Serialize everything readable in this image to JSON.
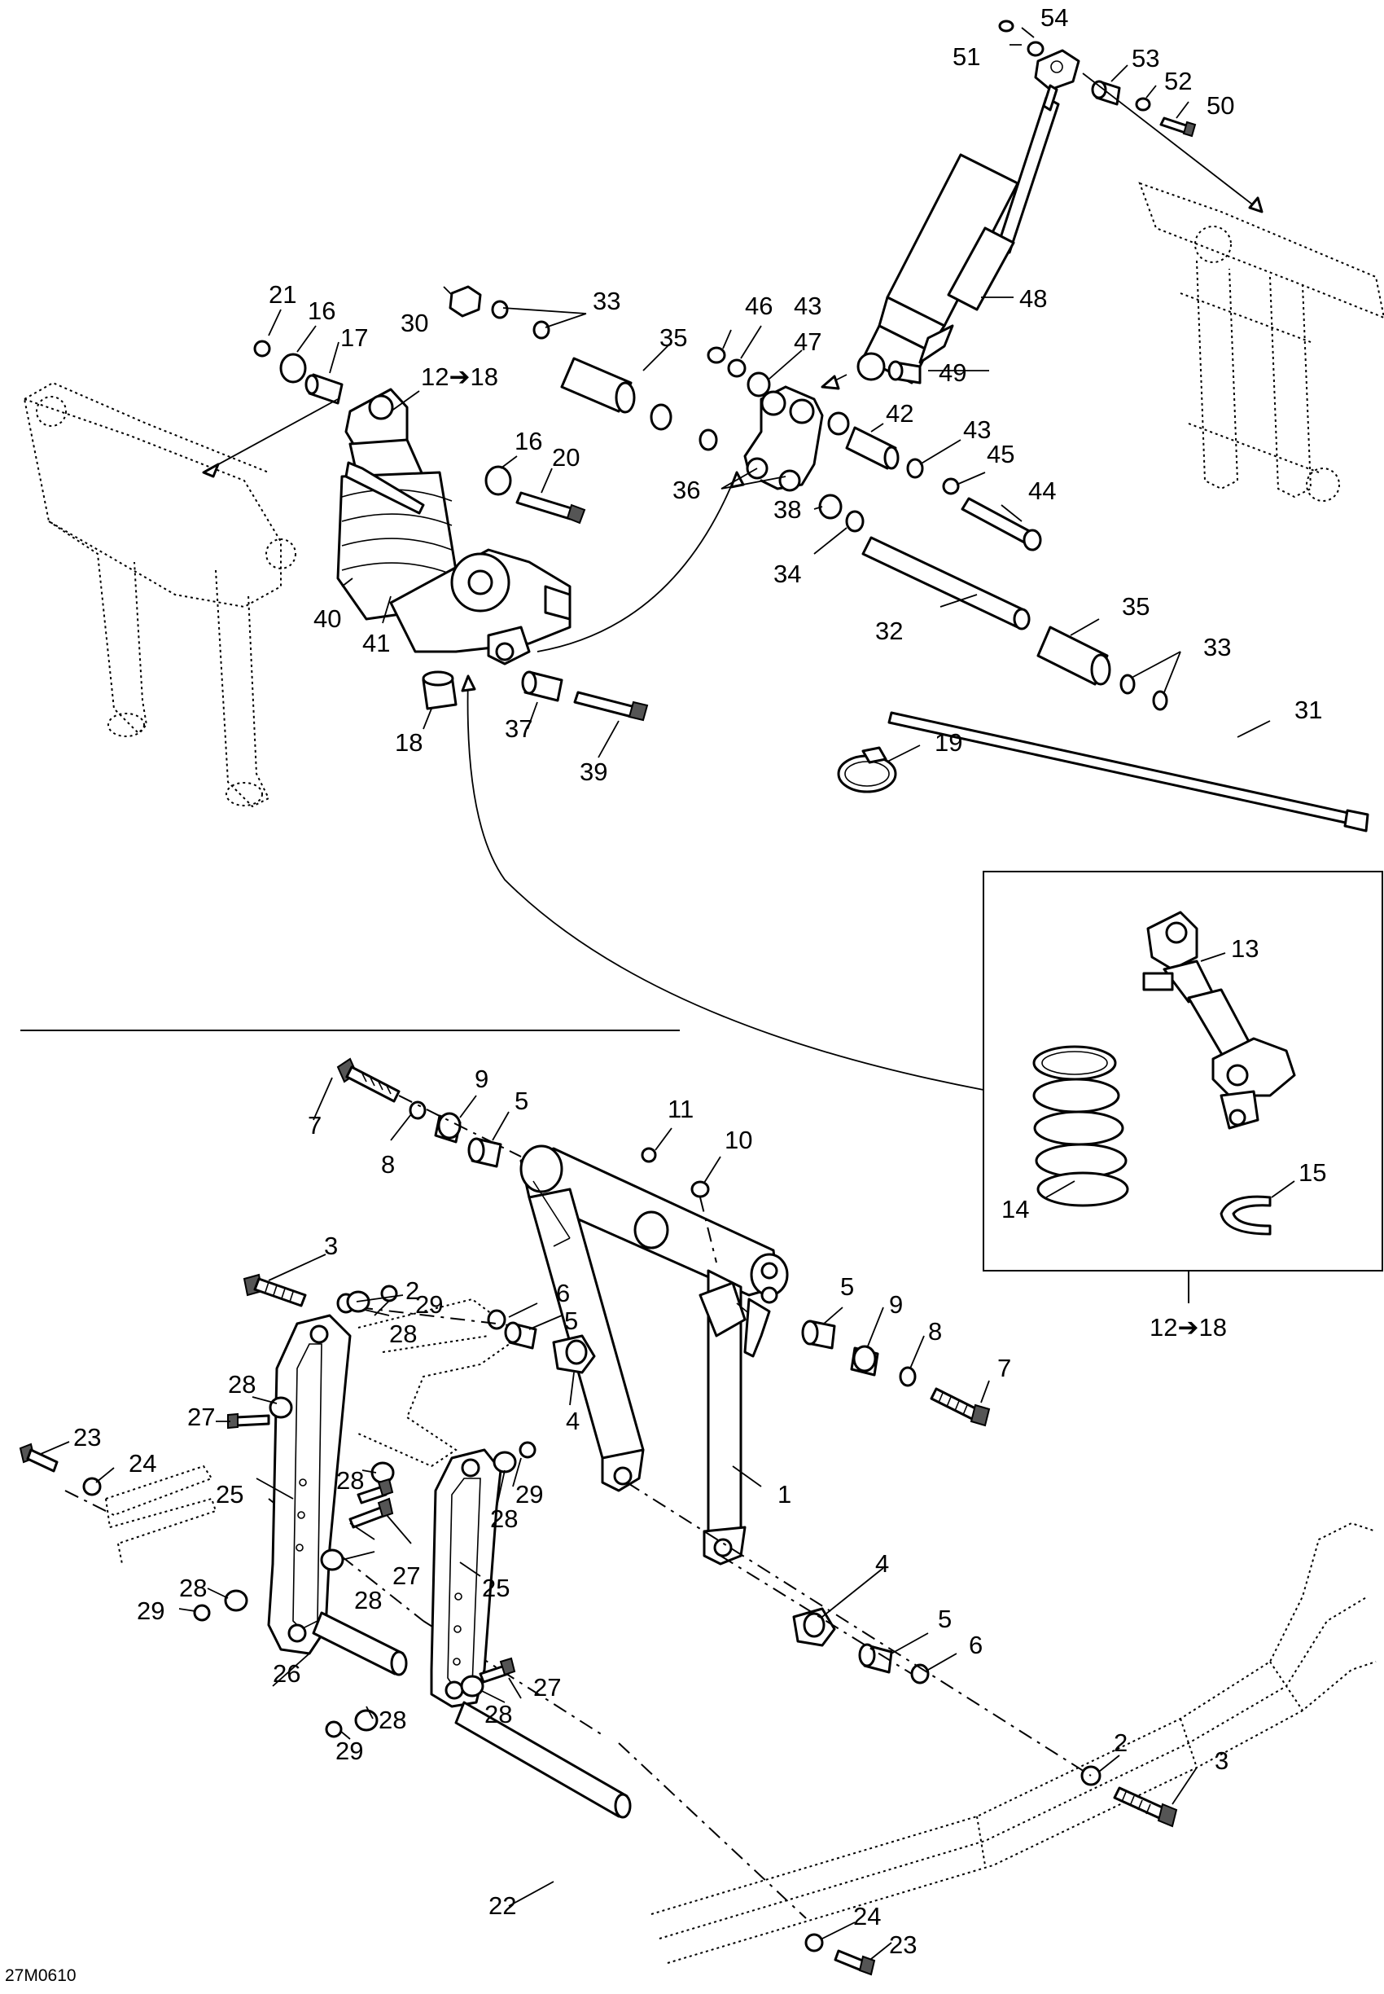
{
  "figure_code": "27M0610",
  "callouts": [
    {
      "id": "c54",
      "label": "54"
    },
    {
      "id": "c51",
      "label": "51"
    },
    {
      "id": "c53",
      "label": "53"
    },
    {
      "id": "c52",
      "label": "52"
    },
    {
      "id": "c50",
      "label": "50"
    },
    {
      "id": "c48",
      "label": "48"
    },
    {
      "id": "c49",
      "label": "49"
    },
    {
      "id": "c46",
      "label": "46"
    },
    {
      "id": "c43a",
      "label": "43"
    },
    {
      "id": "c47",
      "label": "47"
    },
    {
      "id": "c42",
      "label": "42"
    },
    {
      "id": "c43b",
      "label": "43"
    },
    {
      "id": "c45",
      "label": "45"
    },
    {
      "id": "c44",
      "label": "44"
    },
    {
      "id": "c36",
      "label": "36"
    },
    {
      "id": "c38",
      "label": "38"
    },
    {
      "id": "c34",
      "label": "34"
    },
    {
      "id": "c32",
      "label": "32"
    },
    {
      "id": "c35b",
      "label": "35"
    },
    {
      "id": "c33b",
      "label": "33"
    },
    {
      "id": "c31",
      "label": "31"
    },
    {
      "id": "c19",
      "label": "19"
    },
    {
      "id": "c21",
      "label": "21"
    },
    {
      "id": "c16a",
      "label": "16"
    },
    {
      "id": "c17",
      "label": "17"
    },
    {
      "id": "c30",
      "label": "30"
    },
    {
      "id": "c33a",
      "label": "33"
    },
    {
      "id": "c35a",
      "label": "35"
    },
    {
      "id": "c12a",
      "label": "12➔18"
    },
    {
      "id": "c16b",
      "label": "16"
    },
    {
      "id": "c20",
      "label": "20"
    },
    {
      "id": "c40",
      "label": "40"
    },
    {
      "id": "c41",
      "label": "41"
    },
    {
      "id": "c18",
      "label": "18"
    },
    {
      "id": "c37",
      "label": "37"
    },
    {
      "id": "c39",
      "label": "39"
    },
    {
      "id": "c13",
      "label": "13"
    },
    {
      "id": "c14",
      "label": "14"
    },
    {
      "id": "c15",
      "label": "15"
    },
    {
      "id": "c12b",
      "label": "12➔18"
    },
    {
      "id": "c7a",
      "label": "7"
    },
    {
      "id": "c8a",
      "label": "8"
    },
    {
      "id": "c9a",
      "label": "9"
    },
    {
      "id": "c5a",
      "label": "5"
    },
    {
      "id": "c11",
      "label": "11"
    },
    {
      "id": "c10",
      "label": "10"
    },
    {
      "id": "c3a",
      "label": "3"
    },
    {
      "id": "c2a",
      "label": "2"
    },
    {
      "id": "c5b",
      "label": "5"
    },
    {
      "id": "c9b",
      "label": "9"
    },
    {
      "id": "c8b",
      "label": "8"
    },
    {
      "id": "c7b",
      "label": "7"
    },
    {
      "id": "c6a",
      "label": "6"
    },
    {
      "id": "c5c",
      "label": "5"
    },
    {
      "id": "c4a",
      "label": "4"
    },
    {
      "id": "c1",
      "label": "1"
    },
    {
      "id": "c28a",
      "label": "28"
    },
    {
      "id": "c27a",
      "label": "27"
    },
    {
      "id": "c29a",
      "label": "29"
    },
    {
      "id": "c28b",
      "label": "28"
    },
    {
      "id": "c23a",
      "label": "23"
    },
    {
      "id": "c24a",
      "label": "24"
    },
    {
      "id": "c25a",
      "label": "25"
    },
    {
      "id": "c28c",
      "label": "28"
    },
    {
      "id": "c29b",
      "label": "29"
    },
    {
      "id": "c28d",
      "label": "28"
    },
    {
      "id": "c28e",
      "label": "28"
    },
    {
      "id": "c27b",
      "label": "27"
    },
    {
      "id": "c28f",
      "label": "28"
    },
    {
      "id": "c29c",
      "label": "29"
    },
    {
      "id": "c25b",
      "label": "25"
    },
    {
      "id": "c26",
      "label": "26"
    },
    {
      "id": "c27c",
      "label": "27"
    },
    {
      "id": "c28g",
      "label": "28"
    },
    {
      "id": "c28h",
      "label": "28"
    },
    {
      "id": "c29d",
      "label": "29"
    },
    {
      "id": "c4b",
      "label": "4"
    },
    {
      "id": "c5d",
      "label": "5"
    },
    {
      "id": "c6b",
      "label": "6"
    },
    {
      "id": "c2b",
      "label": "2"
    },
    {
      "id": "c3b",
      "label": "3"
    },
    {
      "id": "c22",
      "label": "22"
    },
    {
      "id": "c24b",
      "label": "24"
    },
    {
      "id": "c23b",
      "label": "23"
    }
  ]
}
